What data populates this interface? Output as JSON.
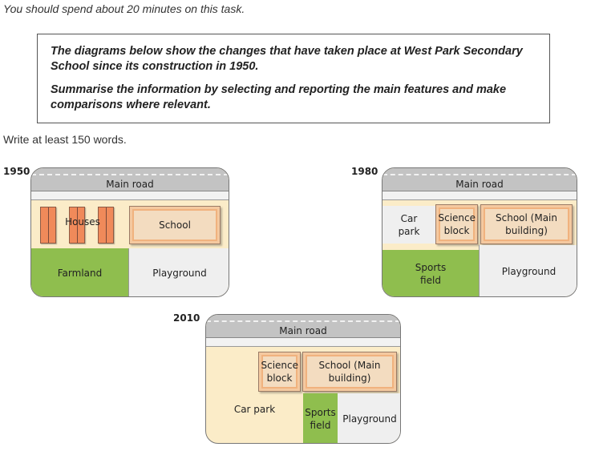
{
  "instruction": "You should spend about 20 minutes on this task.",
  "task": {
    "paragraph1": "The diagrams below show the changes that have taken place at West Park Secondary School since its construction in 1950.",
    "paragraph2": "Summarise the information by selecting and reporting the main features and make comparisons where relevant."
  },
  "word_requirement": "Write at least 150 words.",
  "maps": {
    "m1950": {
      "year": "1950",
      "road": "Main road",
      "houses": "Houses",
      "school": "School",
      "farmland": "Farmland",
      "playground": "Playground"
    },
    "m1980": {
      "year": "1980",
      "road": "Main road",
      "car_park": "Car park",
      "science_block": "Science block",
      "school": "School (Main building)",
      "sports_field": "Sports field",
      "playground": "Playground"
    },
    "m2010": {
      "year": "2010",
      "road": "Main road",
      "science_block": "Science block",
      "school": "School (Main building)",
      "car_park": "Car park",
      "sports_field": "Sports field",
      "playground": "Playground"
    }
  },
  "colors": {
    "farmland": "#8fbe4e",
    "sports_field": "#8fbe4e",
    "playground": "#efefef",
    "land": "#fbecc8",
    "road": "#c3c3c3",
    "houses": "#f08a5a",
    "building": "#f3dcc0"
  }
}
